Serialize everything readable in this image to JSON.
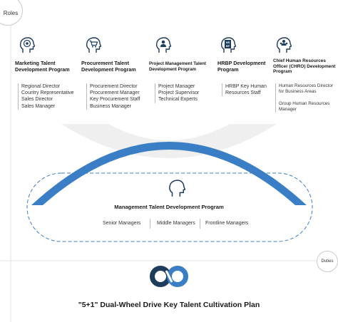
{
  "axes": {
    "roles_label": "Roles",
    "duties_label": "Duties"
  },
  "programs": [
    {
      "title": "Marketing Talent Development Program",
      "icon": "target-head-icon",
      "roles": [
        "Regional Director",
        "Country Representative",
        "Sales Director",
        "Sales Manager"
      ]
    },
    {
      "title": "Procurement Talent Development Program",
      "icon": "cart-head-icon",
      "roles": [
        "Procurement Director",
        "Procurement Manager",
        "Key Procurement Staff",
        "Business Manager"
      ]
    },
    {
      "title": "Project Management Talent Development Program",
      "icon": "person-head-icon",
      "roles": [
        "Project Manager",
        "Project Supervisor",
        "Technical Experts"
      ]
    },
    {
      "title": "HRBP Development Program",
      "icon": "hrbp-head-icon",
      "roles": [
        "HRBP Key Human Resources Staff"
      ]
    },
    {
      "title": "Chief Human Resources Officer (CHRO) Development Program",
      "icon": "people-head-icon",
      "roles": [
        "Human Resources Director for Business Areas",
        "Group Human Resources Manager"
      ]
    }
  ],
  "management": {
    "title": "Management Talent Development Program",
    "icon": "head-outline-icon",
    "levels": [
      "Senior Managers",
      "Middle Managers",
      "Frontline Managers"
    ]
  },
  "footer": {
    "logo": "infinity-logo-icon",
    "title": "\"5+1\" Dual-Wheel Drive Key Talent Cultivation Plan"
  },
  "colors": {
    "accent": "#3a7ec6",
    "dark": "#1e3c5c",
    "grey_band": "#efefef"
  }
}
